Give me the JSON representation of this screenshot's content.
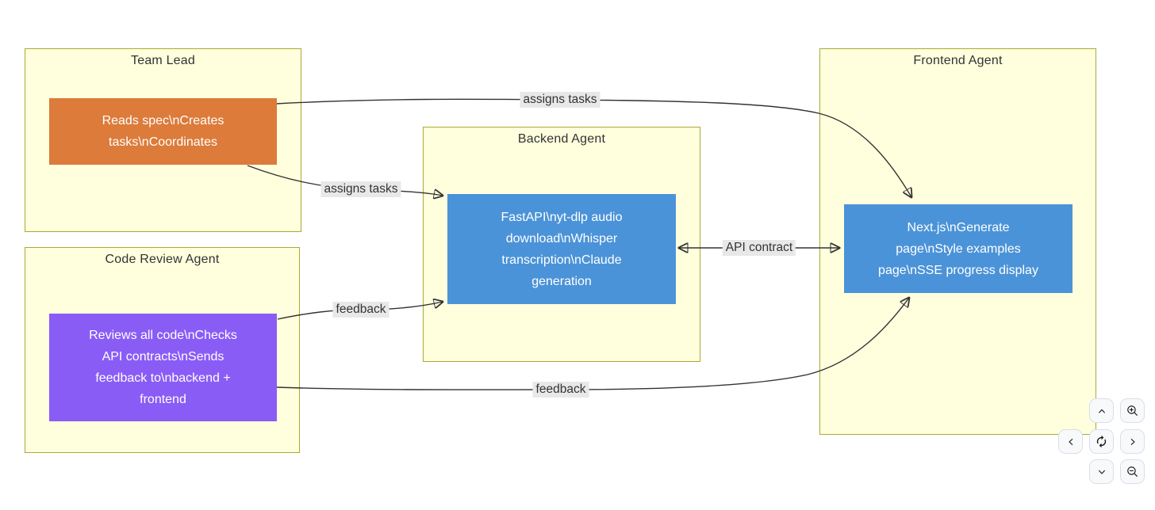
{
  "diagram": {
    "background_color": "#ffffff",
    "cluster_style": {
      "fill": "#ffffde",
      "border": "#aaaa33",
      "title_color": "#333333"
    },
    "edge_style": {
      "line_color": "#333333",
      "label_bg": "#e8e8e8",
      "label_color": "#333333"
    },
    "clusters": [
      {
        "title": "Team Lead",
        "node": {
          "label": "Reads spec\\nCreates tasks\\nCoordinates",
          "fill": "#dc7b3a",
          "text_color": "#ffffff"
        }
      },
      {
        "title": "Code Review Agent",
        "node": {
          "label": "Reviews all code\\nChecks API contracts\\nSends feedback to\\nbackend + frontend",
          "fill": "#8a5cf6",
          "text_color": "#ffffff"
        }
      },
      {
        "title": "Backend Agent",
        "node": {
          "label": "FastAPI\\nyt-dlp audio download\\nWhisper transcription\\nClaude generation",
          "fill": "#4b93d8",
          "text_color": "#ffffff"
        }
      },
      {
        "title": "Frontend Agent",
        "node": {
          "label": "Next.js\\nGenerate page\\nStyle examples page\\nSSE progress display",
          "fill": "#4b93d8",
          "text_color": "#ffffff"
        }
      }
    ],
    "edges": [
      {
        "label": "assigns tasks",
        "from": "Team Lead",
        "to": "Frontend Agent",
        "bidirectional": false
      },
      {
        "label": "assigns tasks",
        "from": "Team Lead",
        "to": "Backend Agent",
        "bidirectional": false
      },
      {
        "label": "feedback",
        "from": "Code Review Agent",
        "to": "Backend Agent",
        "bidirectional": false
      },
      {
        "label": "API contract",
        "from": "Backend Agent",
        "to": "Frontend Agent",
        "bidirectional": true
      },
      {
        "label": "feedback",
        "from": "Code Review Agent",
        "to": "Frontend Agent",
        "bidirectional": false
      }
    ]
  },
  "controls": {
    "buttons": [
      {
        "name": "pan-up",
        "icon": "chevron-up-icon"
      },
      {
        "name": "zoom-in",
        "icon": "zoom-in-icon"
      },
      {
        "name": "pan-left",
        "icon": "chevron-left-icon"
      },
      {
        "name": "refresh",
        "icon": "refresh-icon"
      },
      {
        "name": "pan-right",
        "icon": "chevron-right-icon"
      },
      {
        "name": "pan-down",
        "icon": "chevron-down-icon"
      },
      {
        "name": "zoom-out",
        "icon": "zoom-out-icon"
      }
    ]
  }
}
